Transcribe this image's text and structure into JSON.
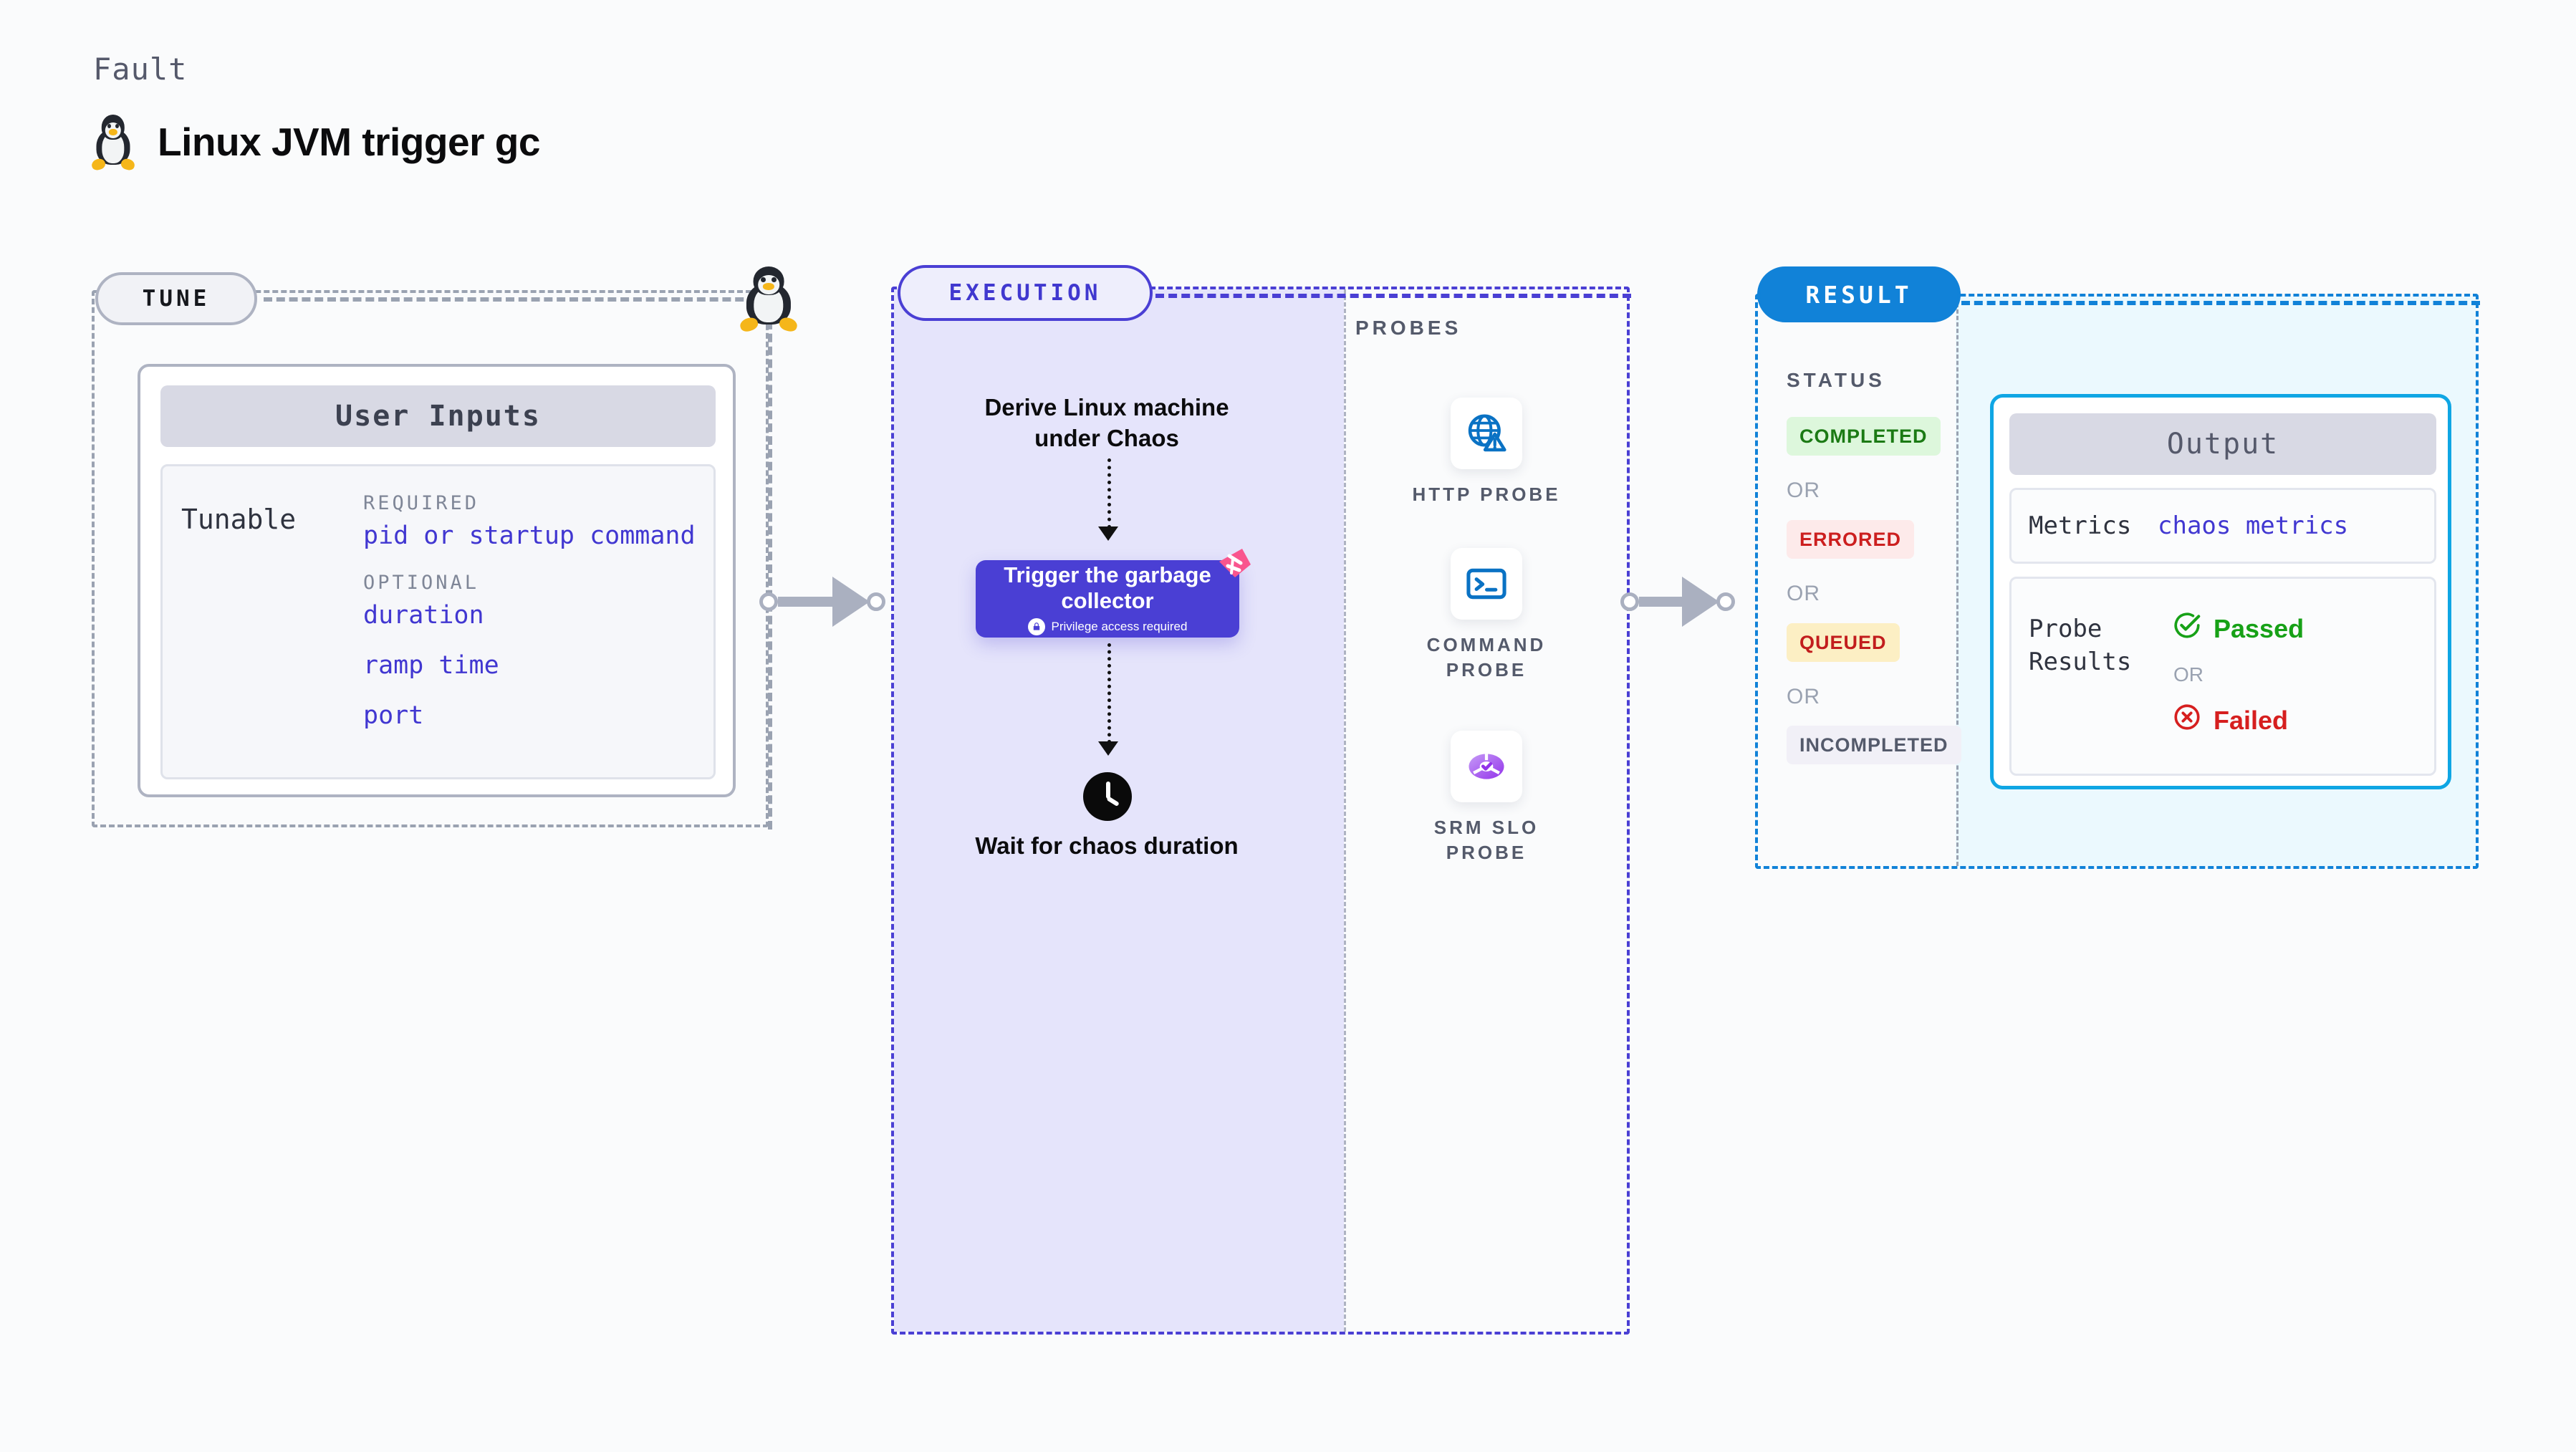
{
  "header": {
    "eyebrow": "Fault",
    "title": "Linux JVM trigger gc",
    "icon": "linux-penguin-icon"
  },
  "stages": {
    "tune": {
      "pill_label": "TUNE",
      "card": {
        "header": "User Inputs",
        "row_label": "Tunable",
        "groups": [
          {
            "label": "REQUIRED",
            "items": [
              "pid or startup command"
            ]
          },
          {
            "label": "OPTIONAL",
            "items": [
              "duration",
              "ramp time",
              "port"
            ]
          }
        ]
      }
    },
    "execution": {
      "pill_label": "EXECUTION",
      "steps": {
        "derive": "Derive Linux machine under Chaos",
        "trigger_title": "Trigger the garbage collector",
        "trigger_subtitle": "Privilege access required",
        "trigger_lock_icon": "lock-icon",
        "chaos_badge_icon": "chaos-badge-icon",
        "wait_icon": "clock-icon",
        "wait": "Wait for chaos duration"
      }
    },
    "probes": {
      "label": "PROBES",
      "items": [
        {
          "name": "HTTP PROBE",
          "icon": "globe-alert-icon"
        },
        {
          "name": "COMMAND PROBE",
          "icon": "terminal-icon"
        },
        {
          "name": "SRM SLO PROBE",
          "icon": "srm-slo-icon"
        }
      ]
    },
    "result": {
      "pill_label": "RESULT",
      "status_label": "STATUS",
      "or_label": "OR",
      "statuses": [
        {
          "label": "COMPLETED",
          "bg": "#ddf7dc",
          "fg": "#1b7a14"
        },
        {
          "label": "ERRORED",
          "bg": "#fdeaea",
          "fg": "#cc1f1f"
        },
        {
          "label": "QUEUED",
          "bg": "#fcefc4",
          "fg": "#c21d1d"
        },
        {
          "label": "INCOMPLETED",
          "bg": "#f1f0f7",
          "fg": "#545a6b"
        }
      ],
      "output": {
        "header": "Output",
        "metrics_key": "Metrics",
        "metrics_value": "chaos metrics",
        "probe_results_key": "Probe Results",
        "passed_label": "Passed",
        "failed_label": "Failed",
        "or_label": "OR",
        "passed_icon": "check-circle-icon",
        "failed_icon": "x-circle-icon"
      }
    }
  },
  "colors": {
    "tune_border": "#9aa2b1",
    "execution_border": "#4a3fd4",
    "execution_fill": "#e5e4fb",
    "result_border": "#1182d8",
    "result_fill": "#ebf9fe",
    "accent_indigo": "#4137d1",
    "output_border": "#0fa6e4",
    "chaos_pink": "#f9558e",
    "page_bg": "#fafbfc"
  }
}
